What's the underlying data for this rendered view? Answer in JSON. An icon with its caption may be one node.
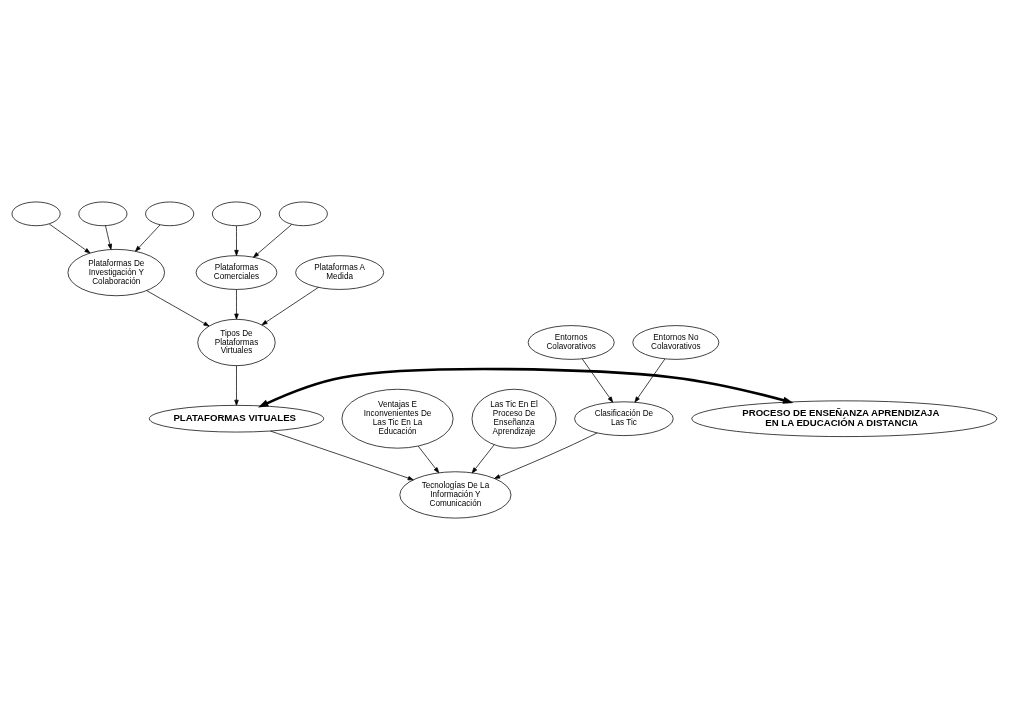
{
  "diagram": {
    "nodes": [
      {
        "text": [],
        "shape": "ellipse"
      },
      {
        "text": [],
        "shape": "ellipse"
      },
      {
        "text": [],
        "shape": "ellipse"
      },
      {
        "text": [],
        "shape": "ellipse"
      },
      {
        "text": [],
        "shape": "ellipse"
      },
      {
        "text": [
          "Plataformas Comerciales"
        ]
      },
      {
        "text": [
          "Plataformas De Investigación Y Colaboración"
        ]
      },
      {
        "text": [
          "Ventajas E Inconvenientes De Las Tic En La Educación"
        ]
      },
      {
        "text": [
          "Las Tic En El Proceso De Enseñanza Aprendizaje"
        ]
      },
      {
        "text": [
          "Plataformas A Medida"
        ]
      },
      {
        "text": [
          "Entornos Colavorativos"
        ]
      },
      {
        "text": [
          "Tipos De Plataformas Virtuales"
        ]
      },
      {
        "text": [
          "Tecnologías De La Información Y Comunicación"
        ]
      },
      {
        "text": [
          "Clasificación De Las Tic"
        ]
      },
      {
        "text": [
          "Entornos No Colavorativos"
        ]
      },
      {
        "text": [
          "PLATAFORMAS VITUALES"
        ]
      },
      {
        "text": [
          "PROCESO DE ENSEÑANZA APRENDIZAJA EN LA EDUCACIÓN A DISTANCIA"
        ]
      }
    ],
    "edges": [
      {
        "from": 0,
        "to": 6,
        "arrow": "to"
      },
      {
        "from": 1,
        "to": 6,
        "arrow": "to"
      },
      {
        "from": 2,
        "to": 6,
        "arrow": "to"
      },
      {
        "from": 3,
        "to": 5,
        "arrow": "to"
      },
      {
        "from": 4,
        "to": 5,
        "arrow": "to"
      },
      {
        "from": 6,
        "to": 11,
        "arrow": "to"
      },
      {
        "from": 5,
        "to": 11,
        "arrow": "to"
      },
      {
        "from": 9,
        "to": 11,
        "arrow": "to"
      },
      {
        "from": 11,
        "to": 15,
        "arrow": "to"
      },
      {
        "from": 15,
        "to": 12,
        "arrow": "to"
      },
      {
        "from": 8,
        "to": 12,
        "arrow": "to"
      },
      {
        "from": 7,
        "to": 12,
        "arrow": "to"
      },
      {
        "from": 10,
        "to": 13,
        "arrow": "to"
      },
      {
        "from": 14,
        "to": 13,
        "arrow": "to"
      },
      {
        "from": 13,
        "to": 12,
        "arrow": "to"
      },
      {
        "from": 15,
        "to": 16,
        "arrow": "both",
        "style": "thick"
      }
    ]
  }
}
